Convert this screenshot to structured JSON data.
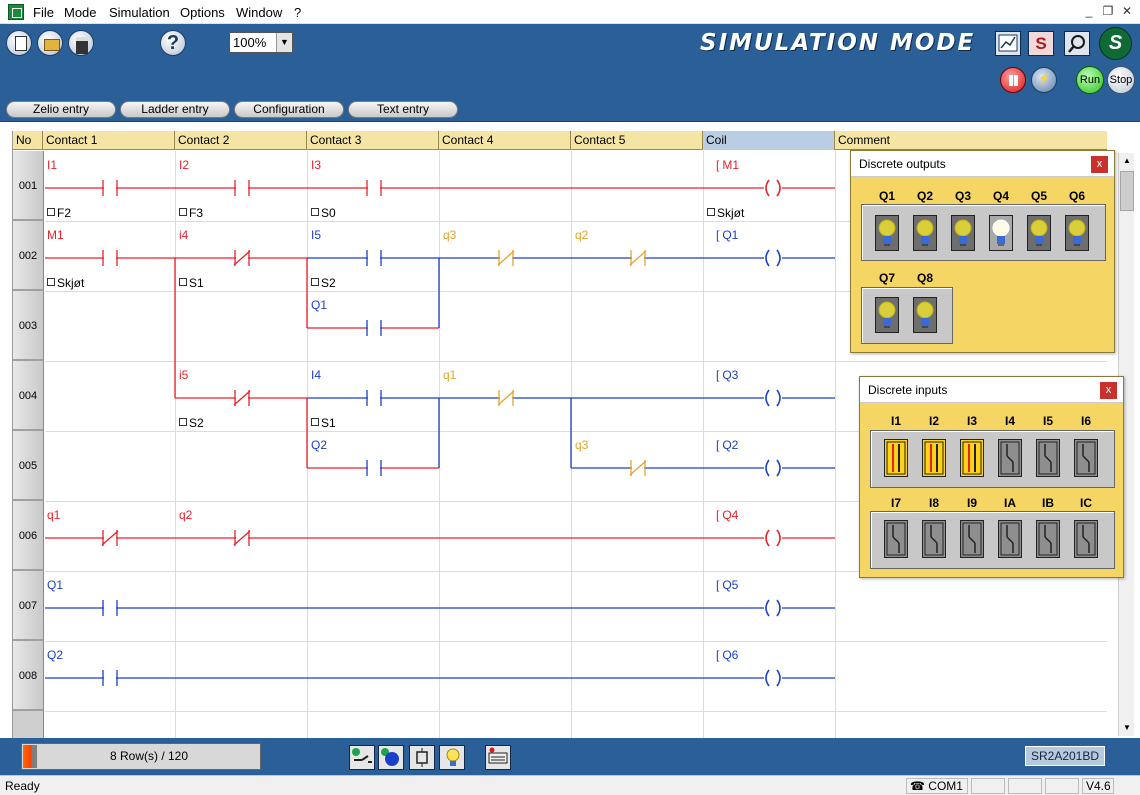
{
  "menu": [
    "File",
    "Mode",
    "Simulation",
    "Options",
    "Window",
    "?"
  ],
  "window_controls": {
    "minimize": "_",
    "restore": "❐",
    "close": "✕"
  },
  "toolbar": {
    "zoom": "100%",
    "help": "?"
  },
  "header": {
    "mode_title": "SIMULATION MODE",
    "s_button": "S",
    "run": "Run",
    "stop": "Stop",
    "logo_letter": "S"
  },
  "entry_tabs": [
    "Zelio entry",
    "Ladder entry",
    "Configuration",
    "Text entry"
  ],
  "grid": {
    "columns": [
      "No",
      "Contact 1",
      "Contact 2",
      "Contact 3",
      "Contact 4",
      "Contact 5",
      "Coil",
      "Comment"
    ],
    "rows": [
      "001",
      "002",
      "003",
      "004",
      "005",
      "006",
      "007",
      "008"
    ]
  },
  "ladder": {
    "labels": [
      "I1",
      "I2",
      "I3",
      "M1",
      "M1",
      "i4",
      "I5",
      "q3",
      "q2",
      "Q1",
      "Q1",
      "i5",
      "I4",
      "q1",
      "Q3",
      "Q2",
      "q3",
      "Q2",
      "q1",
      "q2",
      "Q4",
      "Q1",
      "Q5",
      "Q2",
      "Q6"
    ],
    "aux_labels": [
      "F2",
      "F3",
      "S0",
      "Skjøt",
      "Skjøt",
      "S1",
      "S2",
      "S2",
      "S1"
    ],
    "coil_brackets": [
      "[",
      "[",
      "[",
      "[",
      "[",
      "[",
      "["
    ]
  },
  "colors": {
    "active": "#e8202a",
    "inactive": "#1a3fc8",
    "toggled": "#e6a32c",
    "header_blue": "#2a5f98",
    "panel_yellow": "#f5d563"
  },
  "discrete_outputs": {
    "title": "Discrete outputs",
    "close": "x",
    "labels": [
      "Q1",
      "Q2",
      "Q3",
      "Q4",
      "Q5",
      "Q6",
      "Q7",
      "Q8"
    ],
    "on": [
      false,
      false,
      false,
      true,
      false,
      false,
      false,
      false
    ]
  },
  "discrete_inputs": {
    "title": "Discrete inputs",
    "close": "x",
    "labels": [
      "I1",
      "I2",
      "I3",
      "I4",
      "I5",
      "I6",
      "I7",
      "I8",
      "I9",
      "IA",
      "IB",
      "IC"
    ],
    "on": [
      true,
      true,
      true,
      false,
      false,
      false,
      false,
      false,
      false,
      false,
      false,
      false
    ]
  },
  "bottom": {
    "rows": "8 Row(s) / 120",
    "model": "SR2A201BD"
  },
  "status": {
    "text": "Ready",
    "port": "COM1",
    "version": "V4.6"
  },
  "icons": [
    "app-icon",
    "new-document-icon",
    "open-folder-icon",
    "save-icon",
    "help-icon",
    "chart-icon",
    "search-icon",
    "pause-icon",
    "power-icon",
    "switch-icon",
    "record-icon",
    "relay-icon",
    "bulb-icon",
    "keyboard-icon",
    "modem-icon"
  ]
}
